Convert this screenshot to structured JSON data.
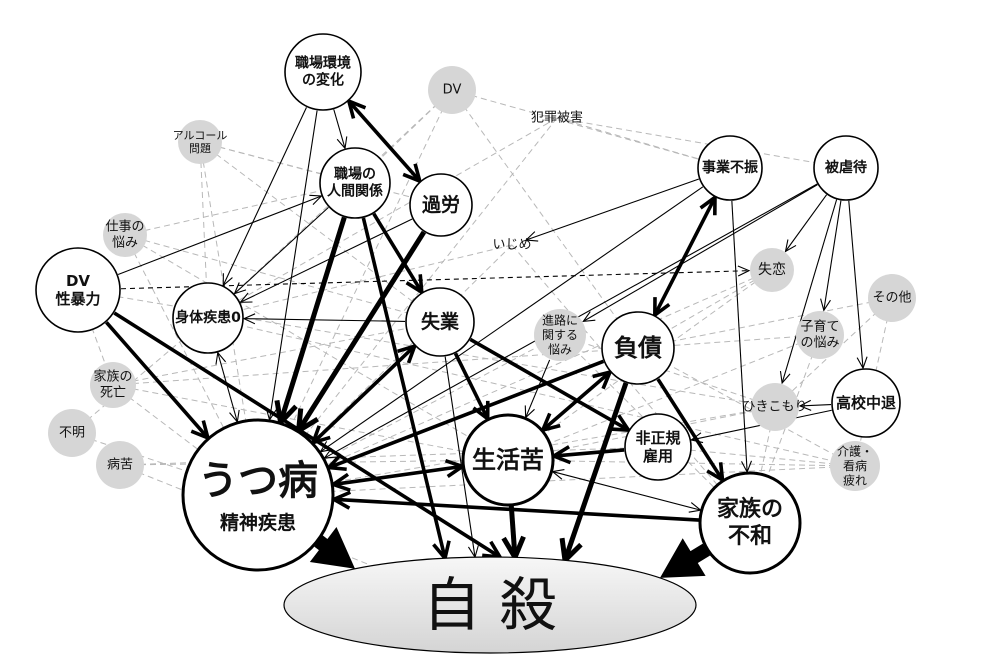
{
  "title": "自殺の危機経路",
  "colors": {
    "node_fill": "#ffffff",
    "minor_fill": "#d6d6d6",
    "minor_text_dim": "#f4f4f4",
    "edge": "#000000",
    "dashed_edge": "#b8b8b8",
    "suicide_fill": "#e6e6e6"
  },
  "nodes": [
    {
      "id": "shokuba_kankyo",
      "lines": [
        "職場環境",
        "の変化"
      ],
      "kind": "major"
    },
    {
      "id": "dv",
      "lines": [
        "DV"
      ],
      "kind": "minor-dim"
    },
    {
      "id": "hanzai",
      "lines": [
        "犯罪被害"
      ],
      "kind": "text"
    },
    {
      "id": "alcohol",
      "lines": [
        "アルコール",
        "問題"
      ],
      "kind": "minor"
    },
    {
      "id": "ningen",
      "lines": [
        "職場の",
        "人間関係"
      ],
      "kind": "major"
    },
    {
      "id": "karou",
      "lines": [
        "過労"
      ],
      "kind": "major"
    },
    {
      "id": "jigyo",
      "lines": [
        "事業不振"
      ],
      "kind": "major"
    },
    {
      "id": "gyakutai",
      "lines": [
        "被虐待"
      ],
      "kind": "major"
    },
    {
      "id": "shigoto",
      "lines": [
        "仕事の",
        "悩み"
      ],
      "kind": "minor"
    },
    {
      "id": "ijime",
      "lines": [
        "いじめ"
      ],
      "kind": "text"
    },
    {
      "id": "dv_sei",
      "lines": [
        "DV",
        "性暴力"
      ],
      "kind": "major"
    },
    {
      "id": "shitsuren",
      "lines": [
        "失恋"
      ],
      "kind": "minor"
    },
    {
      "id": "sonota",
      "lines": [
        "その他"
      ],
      "kind": "minor-dim"
    },
    {
      "id": "shintai",
      "lines": [
        "身体疾患0"
      ],
      "kind": "major"
    },
    {
      "id": "shitsugyo",
      "lines": [
        "失業"
      ],
      "kind": "major"
    },
    {
      "id": "shinro",
      "lines": [
        "進路に",
        "関する",
        "悩み"
      ],
      "kind": "minor"
    },
    {
      "id": "fusai",
      "lines": [
        "負債"
      ],
      "kind": "major-big"
    },
    {
      "id": "kosodate",
      "lines": [
        "子育て",
        "の悩み"
      ],
      "kind": "minor"
    },
    {
      "id": "kazoku_shibo",
      "lines": [
        "家族の",
        "死亡"
      ],
      "kind": "minor"
    },
    {
      "id": "hikikomori",
      "lines": [
        "ひきこもり"
      ],
      "kind": "minor"
    },
    {
      "id": "koukou",
      "lines": [
        "高校中退"
      ],
      "kind": "major"
    },
    {
      "id": "fumei",
      "lines": [
        "不明"
      ],
      "kind": "minor-dim"
    },
    {
      "id": "utsu",
      "lines": [
        "うつ病",
        "精神疾患"
      ],
      "kind": "key"
    },
    {
      "id": "seikatsu",
      "lines": [
        "生活苦"
      ],
      "kind": "key"
    },
    {
      "id": "hiseiki",
      "lines": [
        "非正規",
        "雇用"
      ],
      "kind": "major"
    },
    {
      "id": "byoku",
      "lines": [
        "病苦"
      ],
      "kind": "minor"
    },
    {
      "id": "kaigo",
      "lines": [
        "介護・",
        "看病",
        "疲れ"
      ],
      "kind": "minor"
    },
    {
      "id": "kazoku_fuwa",
      "lines": [
        "家族の",
        "不和"
      ],
      "kind": "key"
    },
    {
      "id": "jisatsu",
      "lines": [
        "自 殺"
      ],
      "kind": "target"
    }
  ],
  "edges": [
    {
      "from": "shokuba_kankyo",
      "to": "karou",
      "weight": "medium",
      "both": true
    },
    {
      "from": "shokuba_kankyo",
      "to": "ningen",
      "weight": "thin"
    },
    {
      "from": "shokuba_kankyo",
      "to": "shintai",
      "weight": "thin"
    },
    {
      "from": "shokuba_kankyo",
      "to": "utsu",
      "weight": "thin"
    },
    {
      "from": "ningen",
      "to": "utsu",
      "weight": "thick"
    },
    {
      "from": "ningen",
      "to": "shitsugyo",
      "weight": "medium"
    },
    {
      "from": "ningen",
      "to": "jisatsu",
      "weight": "medium"
    },
    {
      "from": "ningen",
      "to": "shintai",
      "weight": "thin"
    },
    {
      "from": "karou",
      "to": "utsu",
      "weight": "thick"
    },
    {
      "from": "karou",
      "to": "shintai",
      "weight": "thin"
    },
    {
      "from": "dv_sei",
      "to": "ningen",
      "weight": "thin"
    },
    {
      "from": "dv_sei",
      "to": "shitsuren",
      "weight": "thin",
      "dashed": true
    },
    {
      "from": "dv_sei",
      "to": "utsu",
      "weight": "medium"
    },
    {
      "from": "dv_sei",
      "to": "jisatsu",
      "weight": "medium"
    },
    {
      "from": "shitsugyo",
      "to": "shintai",
      "weight": "thin"
    },
    {
      "from": "shintai",
      "to": "utsu",
      "weight": "thin",
      "both": true
    },
    {
      "from": "utsu",
      "to": "shitsugyo",
      "weight": "medium",
      "both": true
    },
    {
      "from": "shitsugyo",
      "to": "seikatsu",
      "weight": "medium"
    },
    {
      "from": "shitsugyo",
      "to": "hiseiki",
      "weight": "medium"
    },
    {
      "from": "shitsugyo",
      "to": "jisatsu",
      "weight": "thin"
    },
    {
      "from": "jigyo",
      "to": "fusai",
      "weight": "medium",
      "both": true
    },
    {
      "from": "jigyo",
      "to": "utsu",
      "weight": "thin"
    },
    {
      "from": "jigyo",
      "to": "ijime",
      "weight": "thin"
    },
    {
      "from": "jigyo",
      "to": "kazoku_fuwa",
      "weight": "thin"
    },
    {
      "from": "gyakutai",
      "to": "shitsuren",
      "weight": "thin"
    },
    {
      "from": "gyakutai",
      "to": "kosodate",
      "weight": "thin"
    },
    {
      "from": "gyakutai",
      "to": "hikikomori",
      "weight": "thin"
    },
    {
      "from": "gyakutai",
      "to": "koukou",
      "weight": "thin"
    },
    {
      "from": "gyakutai",
      "to": "utsu",
      "weight": "thin"
    },
    {
      "from": "gyakutai",
      "to": "shinro",
      "weight": "thin"
    },
    {
      "from": "fusai",
      "to": "seikatsu",
      "weight": "medium",
      "both": true
    },
    {
      "from": "fusai",
      "to": "utsu",
      "weight": "medium"
    },
    {
      "from": "fusai",
      "to": "kazoku_fuwa",
      "weight": "medium"
    },
    {
      "from": "fusai",
      "to": "jisatsu",
      "weight": "thick"
    },
    {
      "from": "hiseiki",
      "to": "seikatsu",
      "weight": "medium"
    },
    {
      "from": "koukou",
      "to": "hikikomori",
      "weight": "thin"
    },
    {
      "from": "koukou",
      "to": "hiseiki",
      "weight": "thin"
    },
    {
      "from": "seikatsu",
      "to": "utsu",
      "weight": "medium",
      "both": true
    },
    {
      "from": "seikatsu",
      "to": "jisatsu",
      "weight": "thick"
    },
    {
      "from": "seikatsu",
      "to": "kazoku_fuwa",
      "weight": "thin",
      "both": true
    },
    {
      "from": "shinro",
      "to": "seikatsu",
      "weight": "thin"
    },
    {
      "from": "kazoku_fuwa",
      "to": "utsu",
      "weight": "medium"
    },
    {
      "from": "utsu",
      "to": "jisatsu",
      "weight": "block"
    },
    {
      "from": "kazoku_fuwa",
      "to": "jisatsu",
      "weight": "block"
    }
  ],
  "weak_links": [
    [
      "alcohol",
      "ningen"
    ],
    [
      "alcohol",
      "shintai"
    ],
    [
      "alcohol",
      "karou"
    ],
    [
      "alcohol",
      "utsu"
    ],
    [
      "alcohol",
      "shitsugyo"
    ],
    [
      "dv",
      "ningen"
    ],
    [
      "dv",
      "shintai"
    ],
    [
      "dv",
      "fusai"
    ],
    [
      "dv",
      "jigyo"
    ],
    [
      "dv",
      "utsu"
    ],
    [
      "hanzai",
      "shintai"
    ],
    [
      "hanzai",
      "gyakutai"
    ],
    [
      "hanzai",
      "jigyo"
    ],
    [
      "hanzai",
      "utsu"
    ],
    [
      "shigoto",
      "shitsugyo"
    ],
    [
      "shigoto",
      "utsu"
    ],
    [
      "shigoto",
      "ningen"
    ],
    [
      "shigoto",
      "seikatsu"
    ],
    [
      "ijime",
      "shintai"
    ],
    [
      "ijime",
      "kazoku_fuwa"
    ],
    [
      "ijime",
      "utsu"
    ],
    [
      "shitsuren",
      "utsu"
    ],
    [
      "shitsuren",
      "seikatsu"
    ],
    [
      "shitsuren",
      "fusai"
    ],
    [
      "sonota",
      "hikikomori"
    ],
    [
      "sonota",
      "fusai"
    ],
    [
      "sonota",
      "kaigo"
    ],
    [
      "shinro",
      "utsu"
    ],
    [
      "shinro",
      "kazoku_fuwa"
    ],
    [
      "shinro",
      "hikikomori"
    ],
    [
      "kosodate",
      "seikatsu"
    ],
    [
      "kosodate",
      "fusai"
    ],
    [
      "kosodate",
      "kazoku_fuwa"
    ],
    [
      "kazoku_shibo",
      "utsu"
    ],
    [
      "kazoku_shibo",
      "seikatsu"
    ],
    [
      "kazoku_shibo",
      "fusai"
    ],
    [
      "kazoku_shibo",
      "shitsugyo"
    ],
    [
      "hikikomori",
      "utsu"
    ],
    [
      "hikikomori",
      "seikatsu"
    ],
    [
      "hikikomori",
      "kazoku_fuwa"
    ],
    [
      "fumei",
      "shintai"
    ],
    [
      "fumei",
      "utsu"
    ],
    [
      "byoku",
      "seikatsu"
    ],
    [
      "byoku",
      "hiseiki"
    ],
    [
      "byoku",
      "jisatsu"
    ],
    [
      "kaigo",
      "seikatsu"
    ],
    [
      "kaigo",
      "utsu"
    ],
    [
      "kaigo",
      "hiseiki"
    ],
    [
      "kaigo",
      "fusai"
    ],
    [
      "dv_sei",
      "kazoku_shibo"
    ],
    [
      "dv_sei",
      "hikikomori"
    ],
    [
      "shintai",
      "kaigo"
    ]
  ]
}
